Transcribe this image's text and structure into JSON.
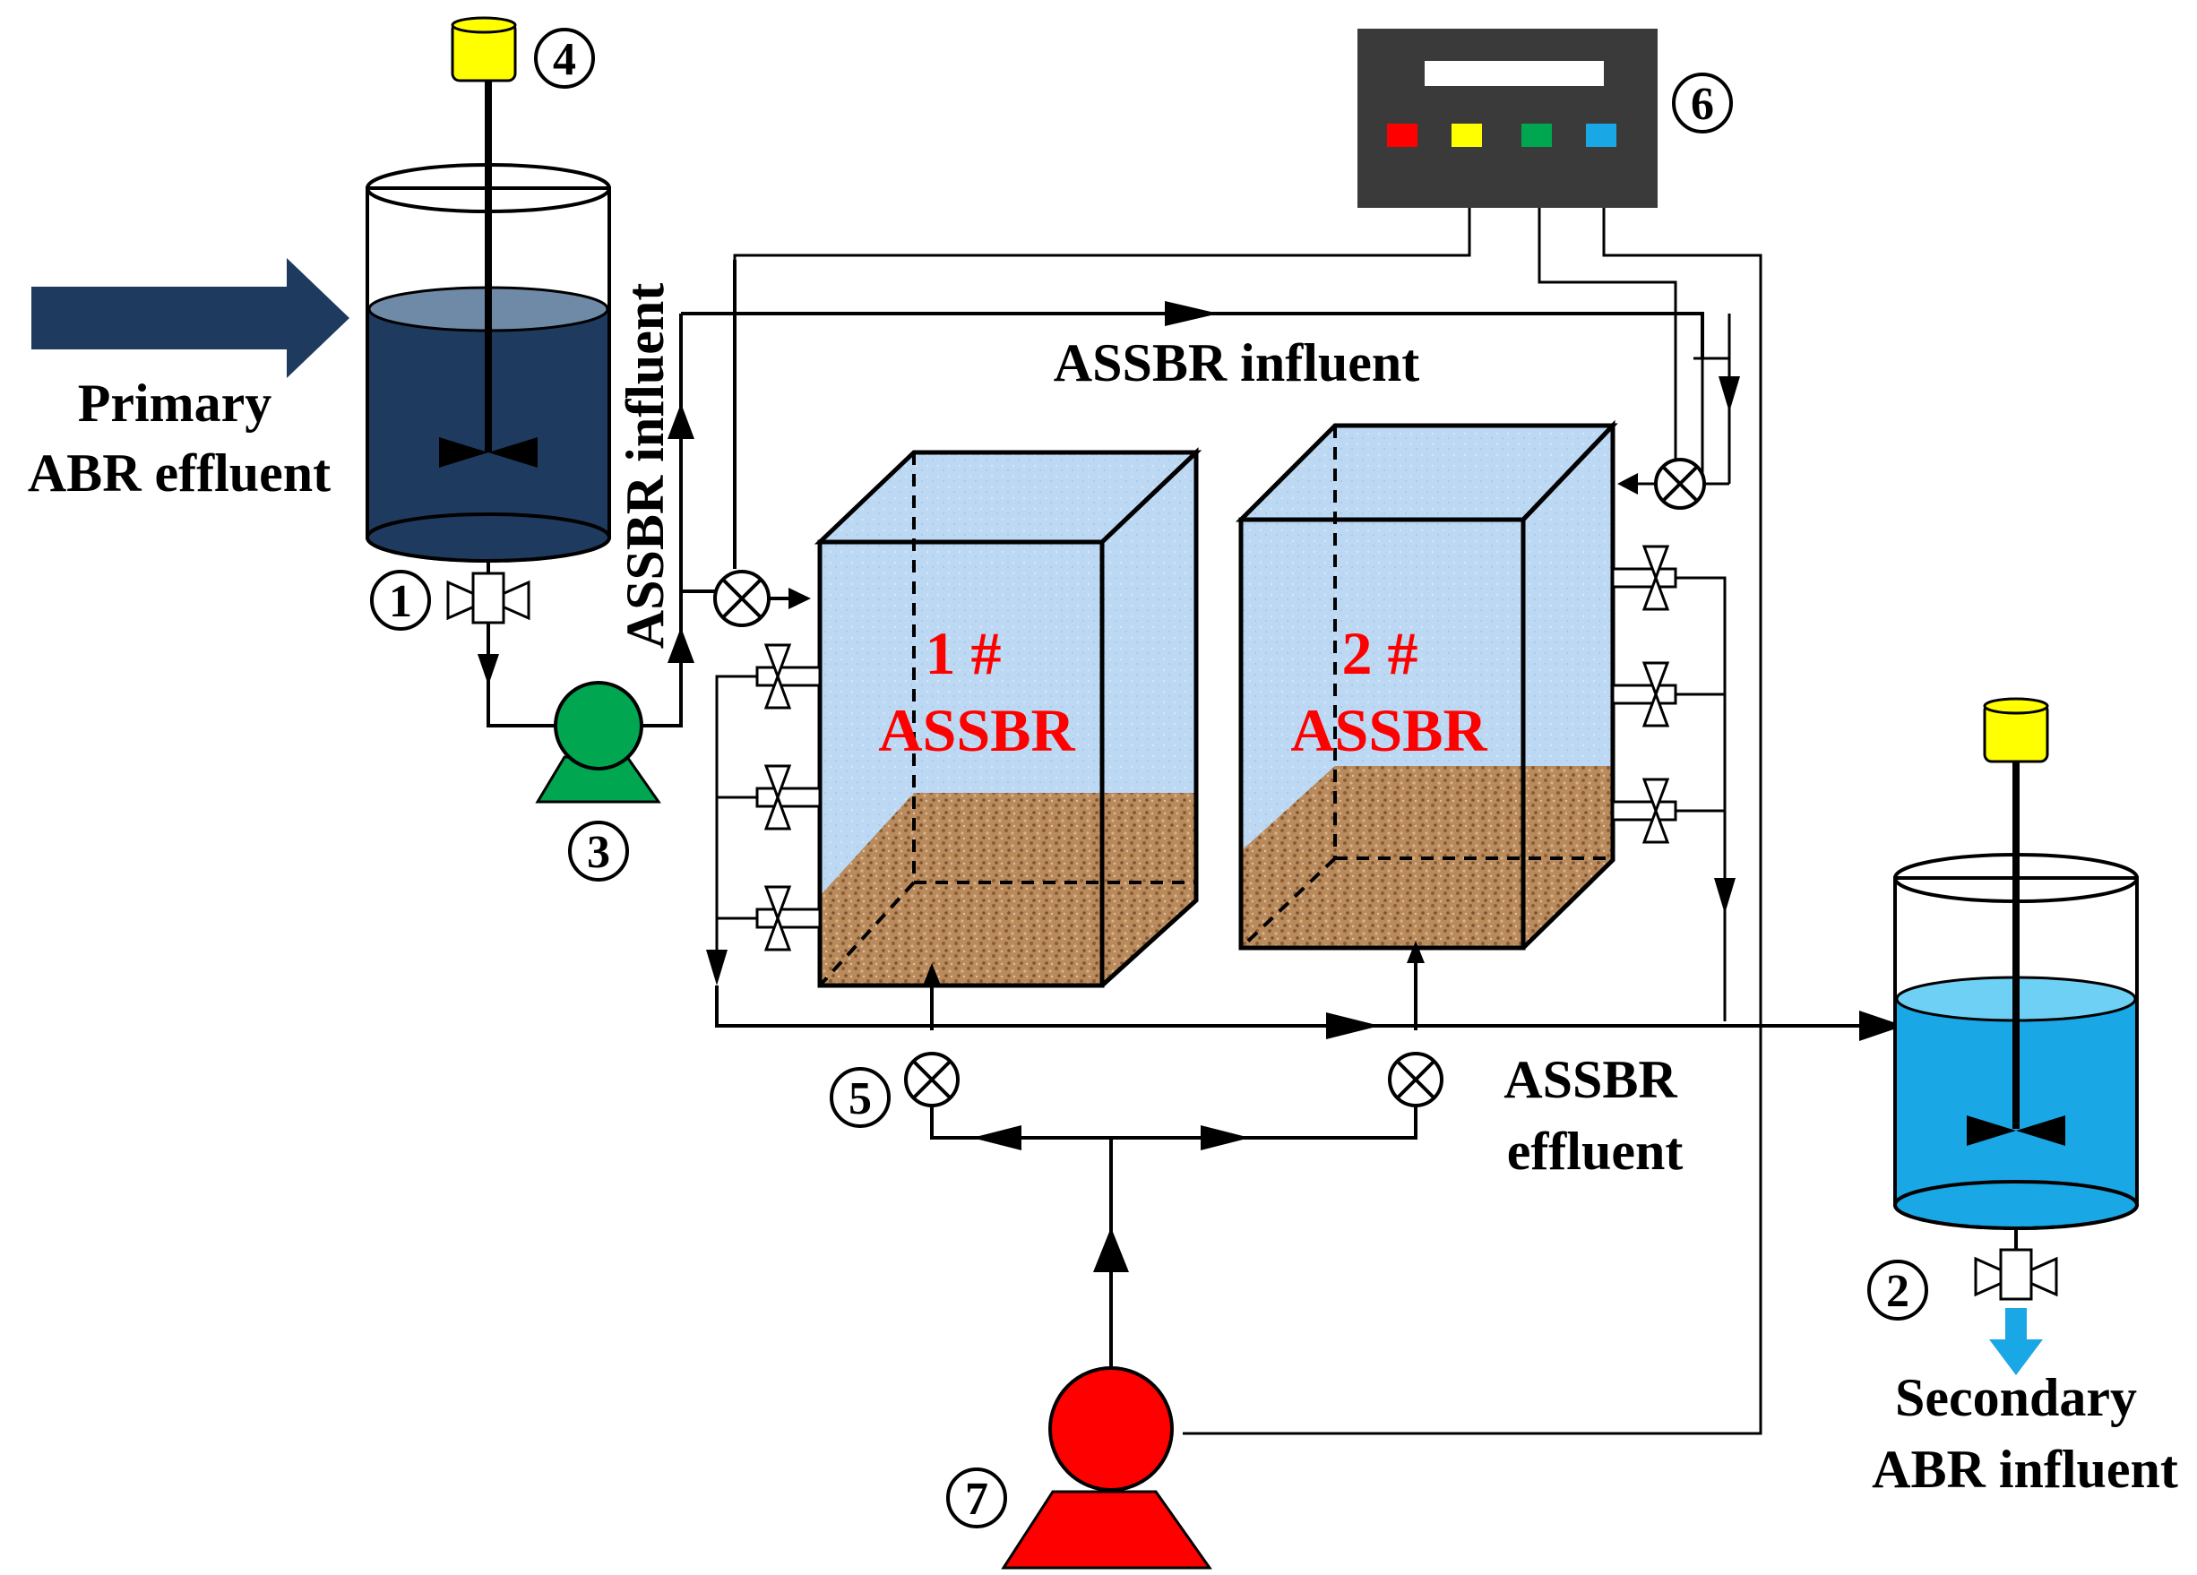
{
  "labels": {
    "primary_line1": "Primary",
    "primary_line2": "ABR effluent",
    "assbr_influent_top": "ASSBR influent",
    "assbr_influent_vertical": "ASSBR influent",
    "effluent_line1": "ASSBR",
    "effluent_line2": "effluent",
    "secondary_line1": "Secondary",
    "secondary_line2": "ABR influent"
  },
  "reactors": [
    {
      "line1": "1 #",
      "line2": "ASSBR"
    },
    {
      "line1": "2 #",
      "line2": "ASSBR"
    }
  ],
  "markers": {
    "m1": "1",
    "m2": "2",
    "m3": "3",
    "m4": "4",
    "m5": "5",
    "m6": "6",
    "m7": "7"
  },
  "controller_lights": [
    "red",
    "yellow",
    "green",
    "blue"
  ],
  "colors": {
    "reactor_label": "#ff0000",
    "tank1_liquid": "#1f3a5f",
    "tank2_liquid": "#1aa7e6",
    "pump3": "#00a650",
    "pump7": "#ff0000",
    "motor": "#ffff00",
    "sludge": "#b5865a",
    "water": "#b9d6f2",
    "arrow_dark": "#1f3a5f",
    "controller": "#3a3a3a"
  }
}
